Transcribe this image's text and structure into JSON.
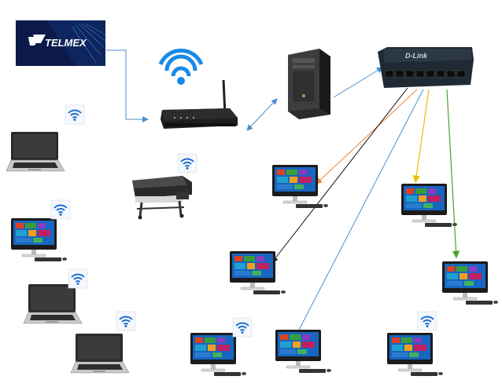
{
  "isp_logo": {
    "text": "TELMEX",
    "bg_color": "#0b1a4a",
    "text_color": "#ffffff"
  },
  "switch": {
    "brand": "D-Link",
    "port_count": 8
  },
  "icons": {
    "isp": "telmex-logo-icon",
    "router": "wireless-router-icon",
    "server": "tower-server-icon",
    "switch": "network-switch-icon",
    "printer": "wide-format-printer-icon",
    "laptop": "laptop-icon",
    "desktop": "all-in-one-desktop-icon",
    "wifi": "wifi-icon"
  },
  "colors": {
    "wifi_blue": "#1f6fd0",
    "wifi_big": "#1a8ae6",
    "line_blue": "#4a8fd0",
    "line_orange": "#f08030",
    "line_yellow": "#e8c000",
    "line_green": "#4fa030",
    "line_black": "#111111",
    "screen_blue": "#1766c0"
  }
}
